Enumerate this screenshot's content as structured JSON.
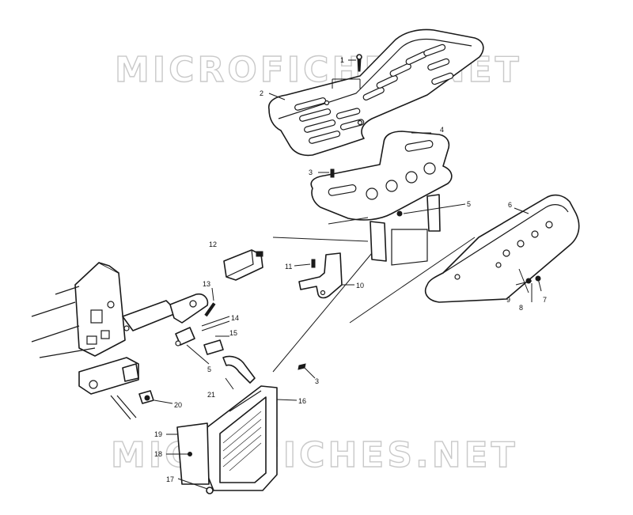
{
  "watermark": {
    "top": "MICROFICHES.NET",
    "bottom": "MICROFICHES.NET"
  },
  "callouts": {
    "c1": "1",
    "c2": "2",
    "c3a": "3",
    "c3b": "3",
    "c4": "4",
    "c5a": "5",
    "c5b": "5",
    "c6": "6",
    "c7": "7",
    "c8": "8",
    "c9": "9",
    "c10": "10",
    "c11": "11",
    "c12": "12",
    "c13": "13",
    "c14": "14",
    "c15": "15",
    "c16": "16",
    "c17": "17",
    "c18": "18",
    "c19": "19",
    "c20": "20",
    "c21": "21"
  }
}
